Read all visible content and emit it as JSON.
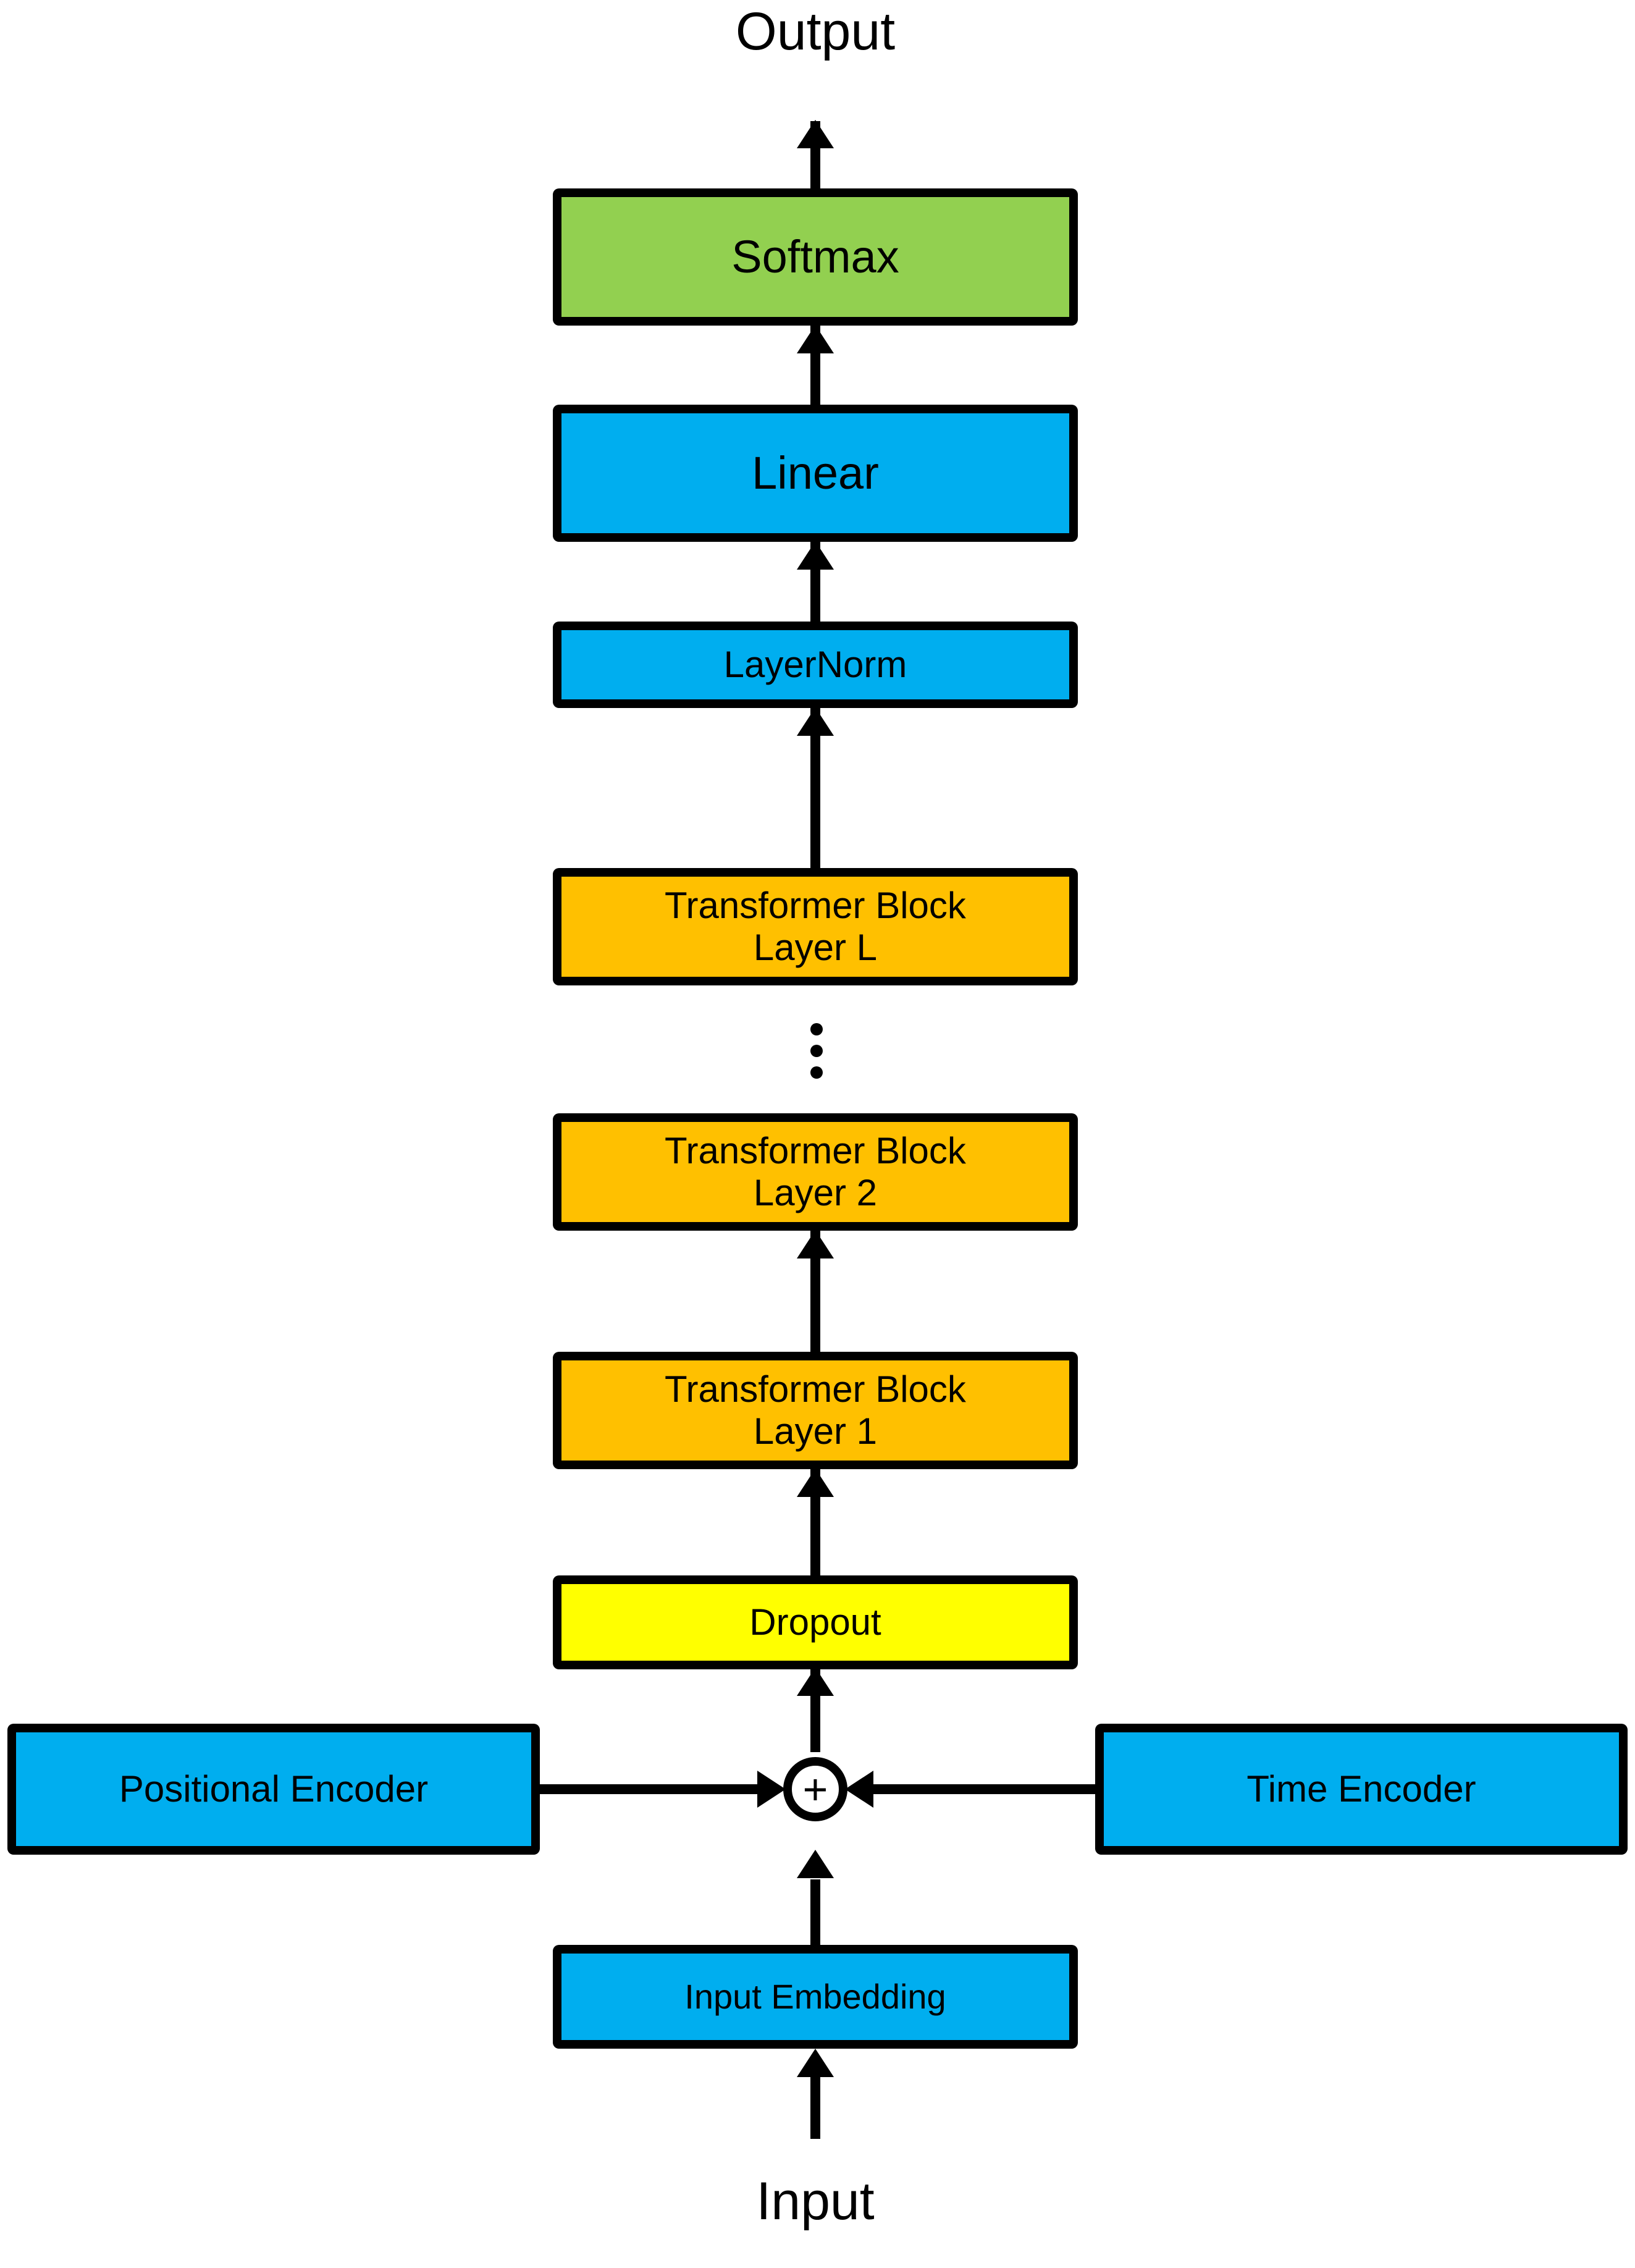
{
  "diagram": {
    "title_top": "Output",
    "title_bottom": "Input",
    "colors": {
      "green": "#92D050",
      "blue": "#00AEEF",
      "orange": "#FFC000",
      "yellow": "#FFFF00",
      "stroke": "#000000",
      "background": "#FFFFFF"
    },
    "sum_symbol": "+",
    "nodes": [
      {
        "id": "softmax",
        "label": "Softmax",
        "color": "#92D050"
      },
      {
        "id": "linear",
        "label": "Linear",
        "color": "#00AEEF"
      },
      {
        "id": "layernorm",
        "label": "LayerNorm",
        "color": "#00AEEF"
      },
      {
        "id": "block_l",
        "label": "Transformer Block\nLayer L",
        "color": "#FFC000"
      },
      {
        "id": "block_2",
        "label": "Transformer Block\nLayer 2",
        "color": "#FFC000"
      },
      {
        "id": "block_1",
        "label": "Transformer Block\nLayer 1",
        "color": "#FFC000"
      },
      {
        "id": "dropout",
        "label": "Dropout",
        "color": "#FFFF00"
      },
      {
        "id": "pos_enc",
        "label": "Positional Encoder",
        "color": "#00AEEF"
      },
      {
        "id": "time_enc",
        "label": "Time Encoder",
        "color": "#00AEEF"
      },
      {
        "id": "input_emb",
        "label": "Input Embedding",
        "color": "#00AEEF"
      }
    ],
    "edges": [
      {
        "from": "input",
        "to": "input_emb"
      },
      {
        "from": "input_emb",
        "to": "sum"
      },
      {
        "from": "pos_enc",
        "to": "sum"
      },
      {
        "from": "time_enc",
        "to": "sum"
      },
      {
        "from": "sum",
        "to": "dropout"
      },
      {
        "from": "dropout",
        "to": "block_1"
      },
      {
        "from": "block_1",
        "to": "block_2"
      },
      {
        "from": "block_2",
        "to": "block_l"
      },
      {
        "from": "block_l",
        "to": "layernorm"
      },
      {
        "from": "layernorm",
        "to": "linear"
      },
      {
        "from": "linear",
        "to": "softmax"
      },
      {
        "from": "softmax",
        "to": "output"
      }
    ],
    "ellipsis_between": [
      "block_2",
      "block_l"
    ]
  }
}
